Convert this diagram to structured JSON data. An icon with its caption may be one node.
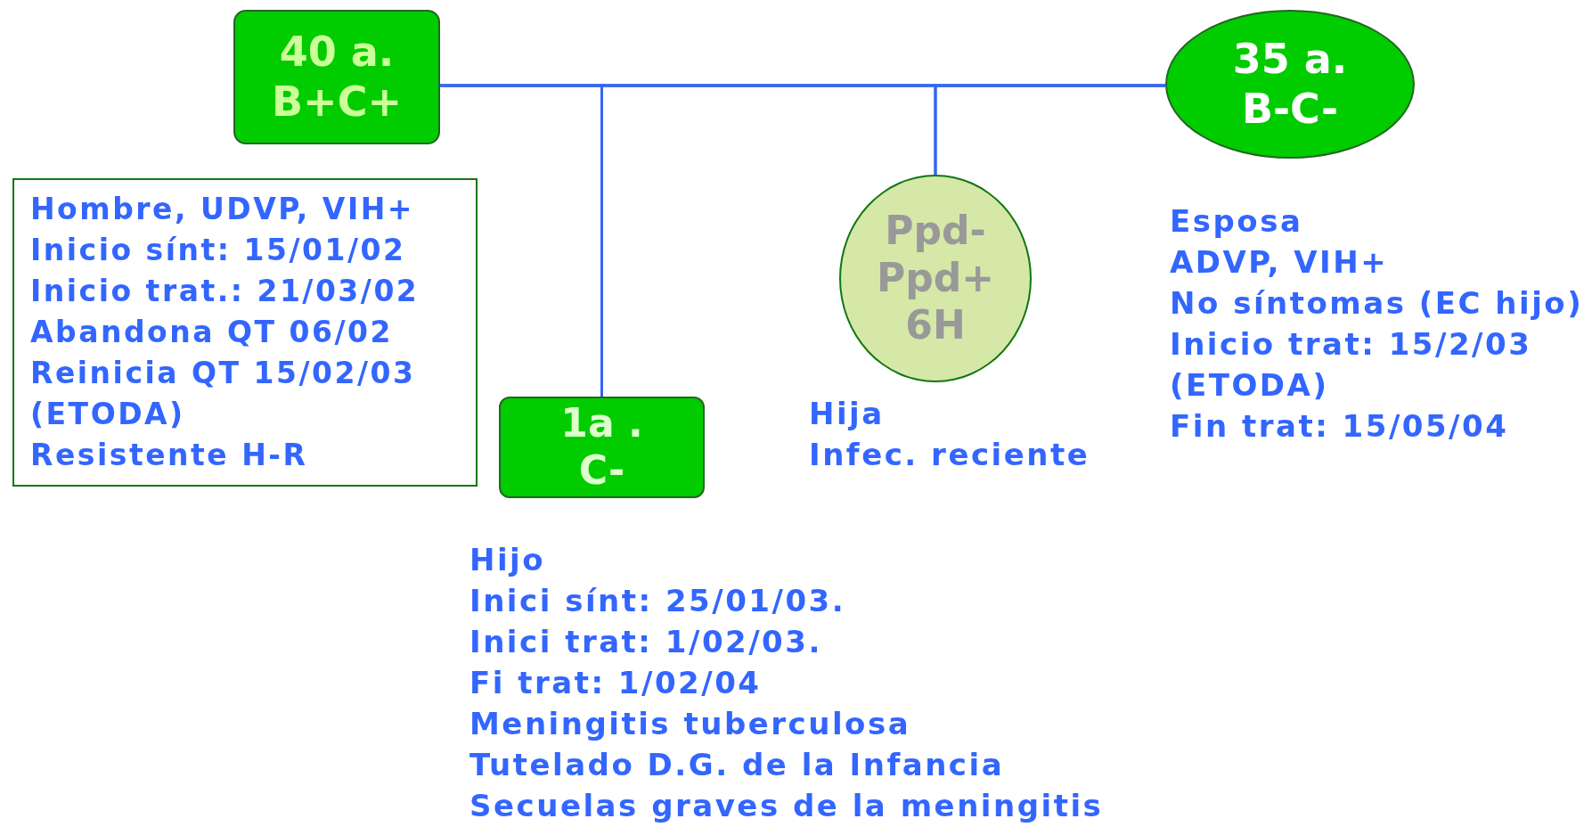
{
  "diagram": {
    "nodes": [
      {
        "text": [
          "40 a. B+C+"
        ]
      },
      {
        "text": [
          "Hombre, UDVP, VIH+",
          "Inicio sínt: 15/01/02",
          "Inicio trat.: 21/03/02",
          "Abandona QT 06/02",
          "Reinicia QT 15/02/03",
          "(ETODA)",
          "Resistente H-R"
        ]
      },
      {
        "text": [
          "35 a. B-C-"
        ],
        "beside": [
          "Esposa",
          "ADVP, VIH+",
          "No síntomas (EC hijo)",
          "Inicio trat: 15/2/03",
          "(ETODA)",
          "Fin trat: 15/05/04"
        ]
      },
      {
        "text": [
          "1a . C-"
        ],
        "beside": [
          "Hijo",
          "Inici sínt: 25/01/03.",
          "Inici trat: 1/02/03.",
          "Fi trat: 1/02/04",
          "Meningitis tuberculosa",
          "Tutelado D.G. de la Infancia",
          "Secuelas graves de la meningitis"
        ]
      },
      {
        "text": [
          "Ppd- Ppd+ 6H"
        ],
        "beside": [
          "Hija",
          "Infec. reciente"
        ]
      }
    ],
    "edges": [
      {
        "from": 0,
        "to": 2,
        "arrow": "none"
      },
      {
        "from": 0,
        "to": 3,
        "arrow": "none"
      },
      {
        "from": 2,
        "to": 3,
        "arrow": "none"
      },
      {
        "from": 0,
        "to": 4,
        "arrow": "none"
      },
      {
        "from": 2,
        "to": 4,
        "arrow": "none"
      }
    ]
  }
}
